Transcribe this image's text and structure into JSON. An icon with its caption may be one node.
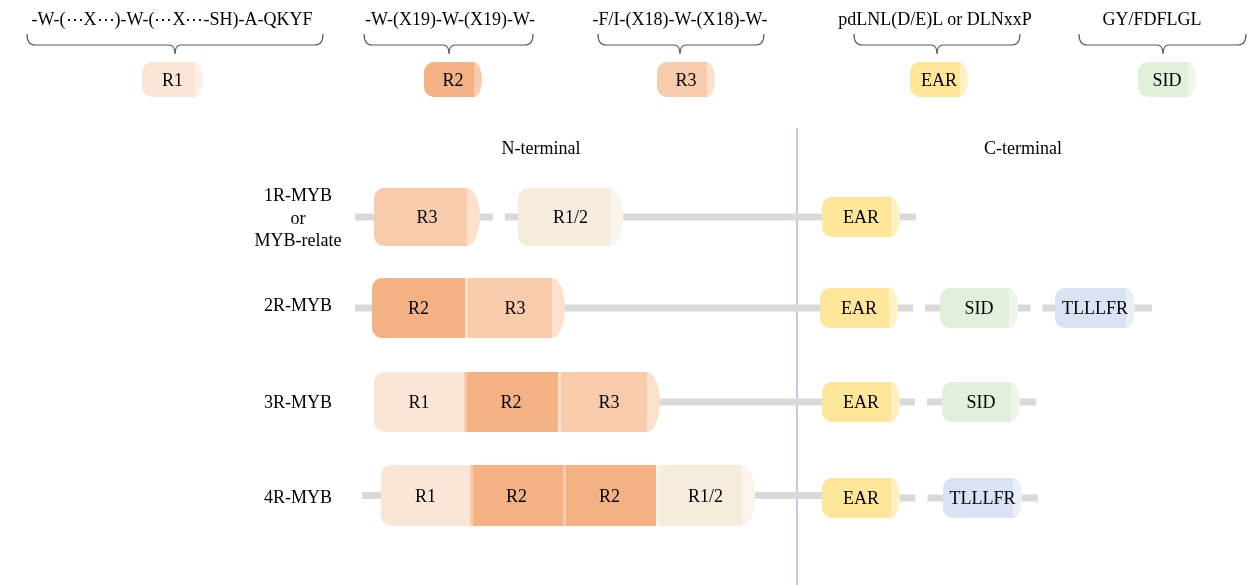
{
  "diagram": {
    "nodes": [
      {
        "text": [
          "R1"
        ],
        "beside": [
          "-W-(⋯X⋯)-W-(⋯X⋯-SH)-A-QKYF"
        ]
      },
      {
        "text": [
          "R2"
        ],
        "beside": [
          "-W-(X19)-W-(X19)-W-"
        ]
      },
      {
        "text": [
          "R3"
        ],
        "beside": [
          "-F/I-(X18)-W-(X18)-W-"
        ]
      },
      {
        "text": [
          "EAR"
        ],
        "beside": [
          "pdLNL(D/E)L or DLNxxP"
        ]
      },
      {
        "text": [
          "SID"
        ],
        "beside": [
          "GY/FDFLGL"
        ]
      },
      {
        "text": [
          "R3"
        ]
      },
      {
        "text": [
          "R1/2"
        ]
      },
      {
        "text": [
          "EAR"
        ]
      },
      {
        "text": [
          "R2"
        ]
      },
      {
        "text": [
          "R3"
        ]
      },
      {
        "text": [
          "EAR"
        ]
      },
      {
        "text": [
          "SID"
        ]
      },
      {
        "text": [
          "TLLLFR"
        ]
      },
      {
        "text": [
          "R1"
        ]
      },
      {
        "text": [
          "R2"
        ]
      },
      {
        "text": [
          "R3"
        ]
      },
      {
        "text": [
          "EAR"
        ]
      },
      {
        "text": [
          "SID"
        ]
      },
      {
        "text": [
          "R1"
        ]
      },
      {
        "text": [
          "R2"
        ]
      },
      {
        "text": [
          "R2"
        ]
      },
      {
        "text": [
          "R1/2"
        ]
      },
      {
        "text": [
          "EAR"
        ]
      },
      {
        "text": [
          "TLLLFR"
        ]
      }
    ],
    "edges": [
      {
        "from": null,
        "to": 5,
        "arrow": "none"
      },
      {
        "from": 5,
        "to": 6,
        "arrow": "none",
        "style": "dashed"
      },
      {
        "from": 6,
        "to": 7,
        "arrow": "none"
      },
      {
        "from": 7,
        "to": null,
        "arrow": "none"
      },
      {
        "from": null,
        "to": 8,
        "arrow": "none"
      },
      {
        "from": 9,
        "to": 10,
        "arrow": "none"
      },
      {
        "from": 10,
        "to": 11,
        "arrow": "none",
        "style": "dashed"
      },
      {
        "from": 11,
        "to": 12,
        "arrow": "none",
        "style": "dashed"
      },
      {
        "from": 12,
        "to": null,
        "arrow": "none"
      },
      {
        "from": 15,
        "to": 16,
        "arrow": "none"
      },
      {
        "from": 16,
        "to": 17,
        "arrow": "none",
        "style": "dashed"
      },
      {
        "from": 17,
        "to": null,
        "arrow": "none"
      },
      {
        "from": null,
        "to": 18,
        "arrow": "none"
      },
      {
        "from": 21,
        "to": 22,
        "arrow": "none"
      },
      {
        "from": 22,
        "to": 23,
        "arrow": "none",
        "style": "dashed"
      },
      {
        "from": 23,
        "to": null,
        "arrow": "none"
      }
    ],
    "labels": [
      "N-terminal",
      "C-terminal",
      "1R-MYB or MYB-relate",
      "2R-MYB",
      "3R-MYB",
      "4R-MYB"
    ]
  }
}
